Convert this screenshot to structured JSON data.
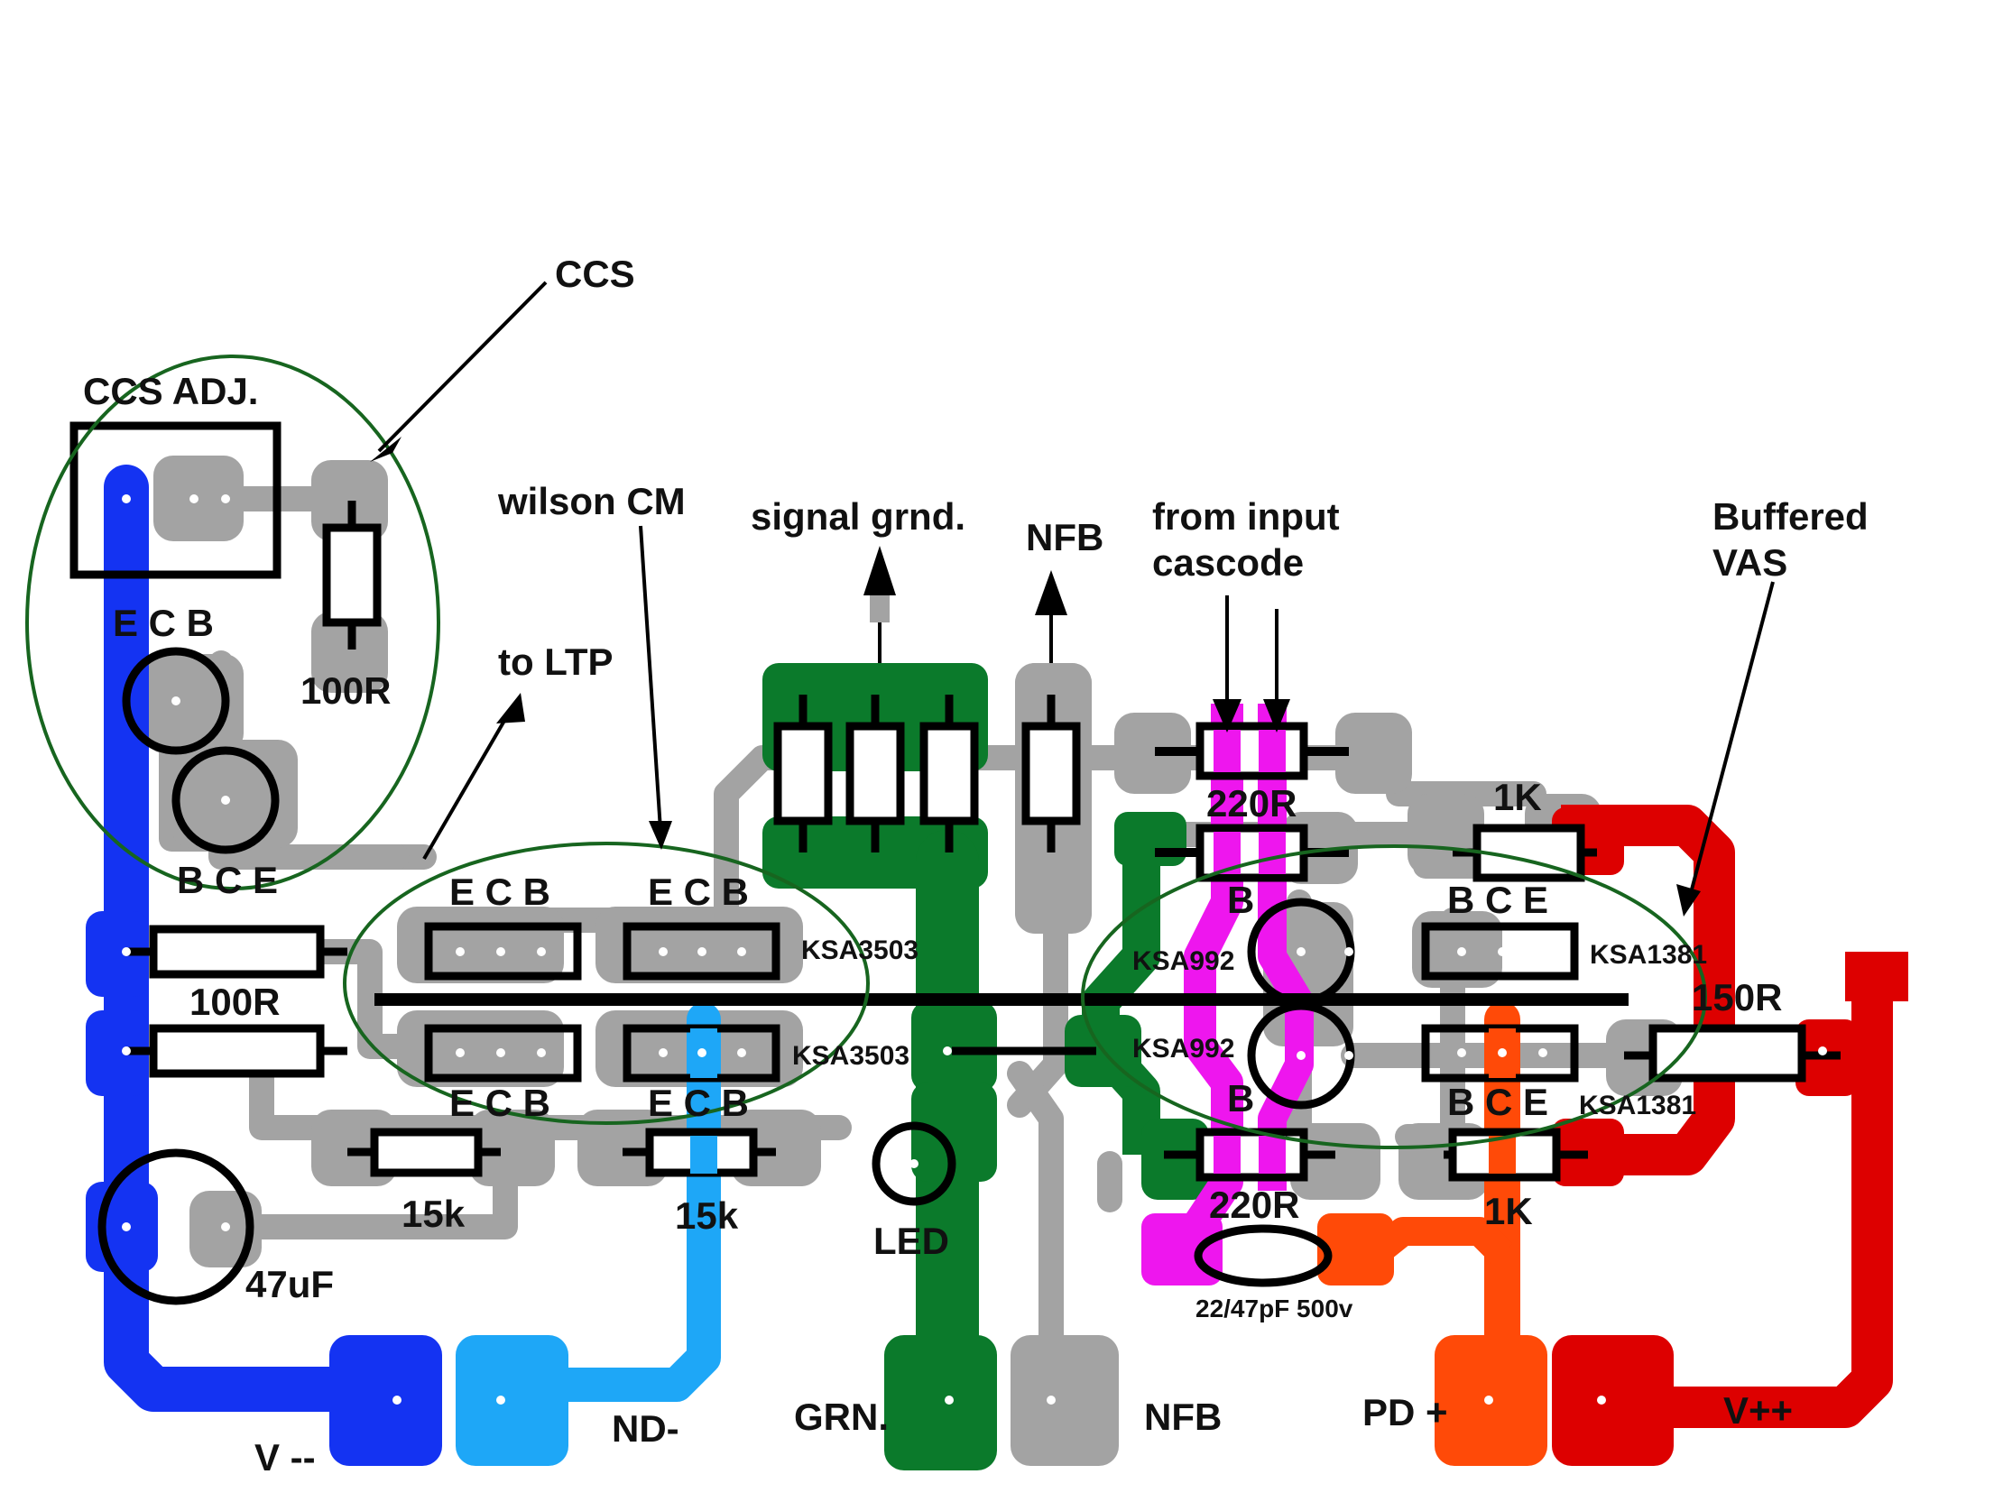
{
  "colors": {
    "trace_grey": "#a3a3a3",
    "supply_negative": "#1433f2",
    "nd_negative": "#1ea7f7",
    "ground": "#0b7a2b",
    "input_cascode": "#ee16ee",
    "pd_positive": "#ff4a08",
    "supply_positive": "#dd0000",
    "group_outline": "#17651f",
    "outline": "#000000"
  },
  "annotations": {
    "ccs": "CCS",
    "ccs_adj": "CCS ADJ.",
    "wilson_cm": "wilson CM",
    "to_ltp": "to LTP",
    "signal_grnd": "signal grnd.",
    "nfb_top": "NFB",
    "from_input_line1": "from input",
    "from_input_line2": "cascode",
    "buffered_line1": "Buffered",
    "buffered_line2": "VAS"
  },
  "pins": {
    "ecb_ccs": "E C B",
    "bce_ccs": "B C E",
    "ecb_wilson_top_left": "E C B",
    "ecb_wilson_top_right": "E C B",
    "ecb_wilson_bottom_left": "E C B",
    "ecb_wilson_bottom_right": "E C B",
    "b_ksa992_top": "B",
    "b_ksa992_bottom": "B",
    "bce_ksa1381_top": "B C E",
    "bce_ksa1381_bottom": "B C E"
  },
  "components": {
    "r_ccs": "100R",
    "r_100r_left": "100R",
    "r_15k_left": "15k",
    "r_15k_right": "15k",
    "cap_47uf": "47uF",
    "led": "LED",
    "q_ksa3503_top": "KSA3503",
    "q_ksa3503_bottom": "KSA3503",
    "q_ksa992_top": "KSA992",
    "q_ksa992_bottom": "KSA992",
    "r_220r_top": "220R",
    "r_220r_bottom": "220R",
    "cap_miller": "22/47pF 500v",
    "r_1k_top": "1K",
    "r_1k_bottom": "1K",
    "q_ksa1381_top": "KSA1381",
    "q_ksa1381_bottom": "KSA1381",
    "r_150r": "150R"
  },
  "terminals": {
    "v_neg": "V --",
    "nd_neg": "ND-",
    "grn": "GRN.",
    "nfb": "NFB",
    "pd_pos": "PD +",
    "v_pos": "V++"
  }
}
